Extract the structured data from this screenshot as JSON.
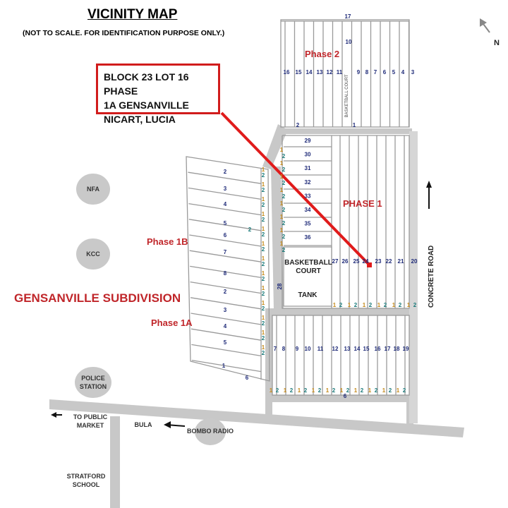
{
  "header": {
    "title": "VICINITY MAP",
    "subtitle": "(NOT TO SCALE. FOR IDENTIFICATION PURPOSE ONLY.)"
  },
  "callout": {
    "line1": "BLOCK 23 LOT 16 PHASE",
    "line2": "1A GENSANVILLE",
    "line3": "NICART, LUCIA"
  },
  "north": "N",
  "labels": {
    "phase2": "Phase 2",
    "phase1": "PHASE 1",
    "phase1b": "Phase 1B",
    "phase1a": "Phase 1A",
    "subdivision": "GENSANVILLE SUBDIVISION",
    "basketball_court": [
      "BASKETBALL",
      "COURT"
    ],
    "basketball_court_small": "BASKETBALL COURT",
    "tank": "TANK",
    "concrete_road": "CONCRETE ROAD"
  },
  "landmarks": {
    "nfa": "NFA",
    "kcc": "KCC",
    "police_station": [
      "POLICE",
      "STATION"
    ],
    "to_public_market": [
      "TO PUBLIC",
      "MARKET"
    ],
    "bula": "BULA",
    "bombo_radio": "BOMBO RADIO",
    "stratford_school": [
      "STRATFORD",
      "SCHOOL"
    ]
  },
  "block_numbers": {
    "phase2_top": "17",
    "phase2_sub": "10",
    "phase2_row": [
      "16",
      "15",
      "14",
      "13",
      "12",
      "11",
      "9",
      "8",
      "7",
      "6",
      "5",
      "4",
      "3"
    ],
    "phase2_bottom": [
      "2",
      "1"
    ],
    "phase1_stack": [
      "29",
      "30",
      "31",
      "32",
      "33",
      "34",
      "35",
      "36"
    ],
    "phase1_row": [
      "27",
      "26",
      "25",
      "24",
      "23",
      "22",
      "21",
      "20"
    ],
    "block28": "28",
    "phase1b_left": [
      "2",
      "3",
      "4",
      "5",
      "6",
      "7",
      "8"
    ],
    "phase1a_left": [
      "2",
      "3",
      "4",
      "5",
      "1"
    ],
    "phase1a_extra": "6",
    "phase1a_row": [
      "7",
      "8",
      "9",
      "10",
      "11",
      "12",
      "13",
      "14",
      "15",
      "16",
      "17",
      "18",
      "19"
    ],
    "bottom_six": "6"
  },
  "colors": {
    "road": "#c8c8c8",
    "lot_line": "#9a9a9a",
    "block_number": "#1e2a78",
    "phase_label": "#c0262a",
    "lot_one": "#c58a1a",
    "lot_two": "#1a7a7a",
    "callout_border": "#d11c1c",
    "landmark": "#c9c9c9"
  }
}
